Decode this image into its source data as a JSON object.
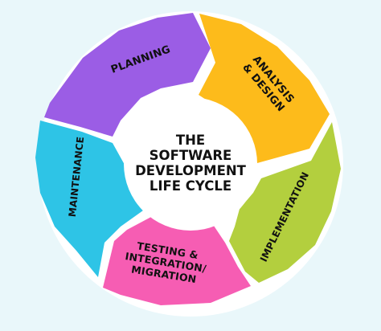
{
  "diagram": {
    "center": {
      "lines": [
        "THE",
        "SOFTWARE",
        "DEVELOPMENT",
        "LIFE CYCLE"
      ]
    },
    "stages": [
      {
        "id": "planning",
        "lines": [
          "PLANNING"
        ],
        "color": "#9b5de5"
      },
      {
        "id": "analysis",
        "lines": [
          "ANALYSIS",
          "& DESIGN"
        ],
        "color": "#fdbb1b"
      },
      {
        "id": "implementation",
        "lines": [
          "IMPLEMENTATION"
        ],
        "color": "#b3cf3e"
      },
      {
        "id": "testing",
        "lines": [
          "TESTING &",
          "INTEGRATION/",
          "MIGRATION"
        ],
        "color": "#f65db3"
      },
      {
        "id": "maintenance",
        "lines": [
          "MAINTENANCE"
        ],
        "color": "#2ec4e6"
      }
    ]
  }
}
